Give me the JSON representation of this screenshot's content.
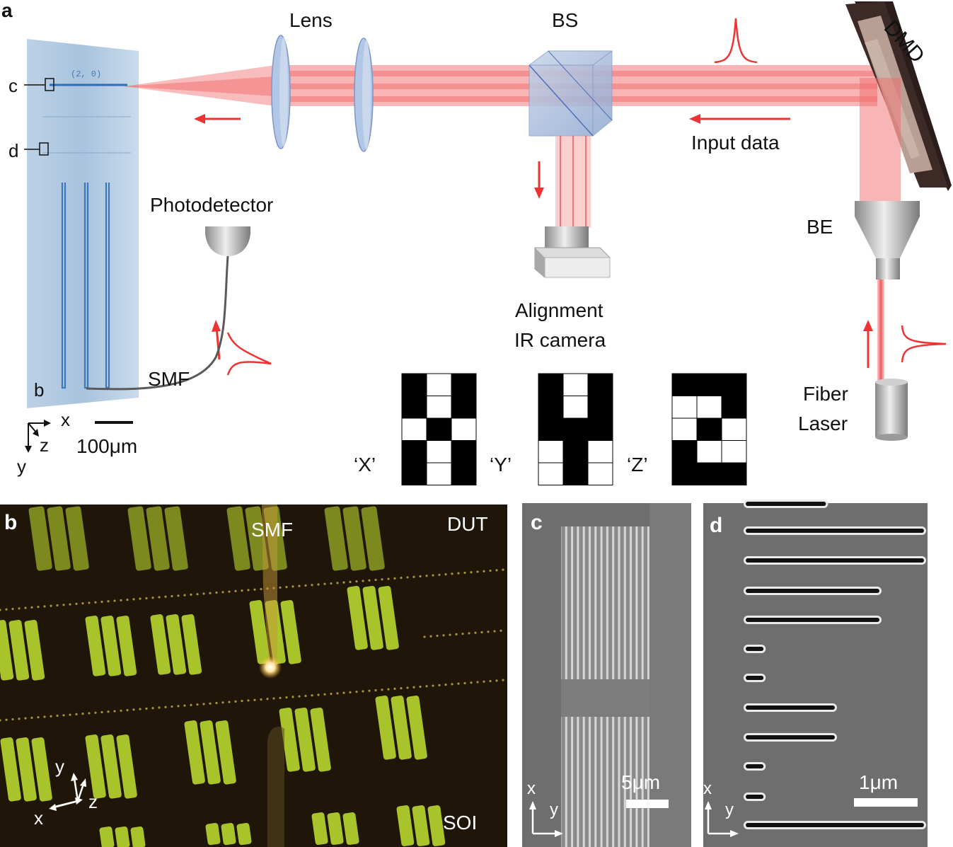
{
  "panels": {
    "a": {
      "letter": "a",
      "chip_text": "(2, 0)",
      "marker_c": "c",
      "marker_d": "d",
      "marker_b": "b",
      "components": {
        "lens": "Lens",
        "bs": "BS",
        "dmd": "DMD",
        "input_data": "Input data",
        "photodetector": "Photodetector",
        "smf": "SMF",
        "be": "BE",
        "fiber_laser_line1": "Fiber",
        "fiber_laser_line2": "Laser",
        "camera_line1": "Alignment",
        "camera_line2": "IR camera"
      },
      "axes": {
        "x": "x",
        "y": "y",
        "z": "z"
      },
      "scale_bar": "100μm",
      "patterns": [
        {
          "label": "‘X’",
          "grid": [
            [
              1,
              0,
              1
            ],
            [
              1,
              0,
              1
            ],
            [
              0,
              1,
              0
            ],
            [
              1,
              0,
              1
            ],
            [
              1,
              0,
              1
            ]
          ]
        },
        {
          "label": "‘Y’",
          "grid": [
            [
              1,
              0,
              1
            ],
            [
              1,
              0,
              1
            ],
            [
              1,
              1,
              1
            ],
            [
              0,
              1,
              0
            ],
            [
              0,
              1,
              0
            ]
          ]
        },
        {
          "label": "‘Z’",
          "grid": [
            [
              1,
              1,
              1
            ],
            [
              0,
              0,
              1
            ],
            [
              0,
              1,
              0
            ],
            [
              1,
              0,
              0
            ],
            [
              1,
              1,
              1
            ]
          ]
        }
      ]
    },
    "b": {
      "letter": "b",
      "smf": "SMF",
      "dut": "DUT",
      "soi": "SOI",
      "axes": {
        "x": "x",
        "y": "y",
        "z": "z"
      }
    },
    "c": {
      "letter": "c",
      "scale_bar": "5μm",
      "axes": {
        "x": "x",
        "y": "y"
      }
    },
    "d": {
      "letter": "d",
      "scale_bar": "1μm",
      "axes": {
        "x": "x",
        "y": "y"
      },
      "bar_lengths": [
        0.45,
        1.0,
        1.0,
        0.75,
        0.75,
        0.1,
        0.1,
        0.5,
        0.5,
        0.1,
        0.1,
        1.0
      ]
    }
  },
  "colors": {
    "beam": "#f26b6b",
    "arrow": "#ee3333",
    "chip": "#a9c4de",
    "waveguide": "#3d78b8",
    "panel_b_bg": "#1a1208",
    "sem_bg": "#6e6e6e"
  }
}
